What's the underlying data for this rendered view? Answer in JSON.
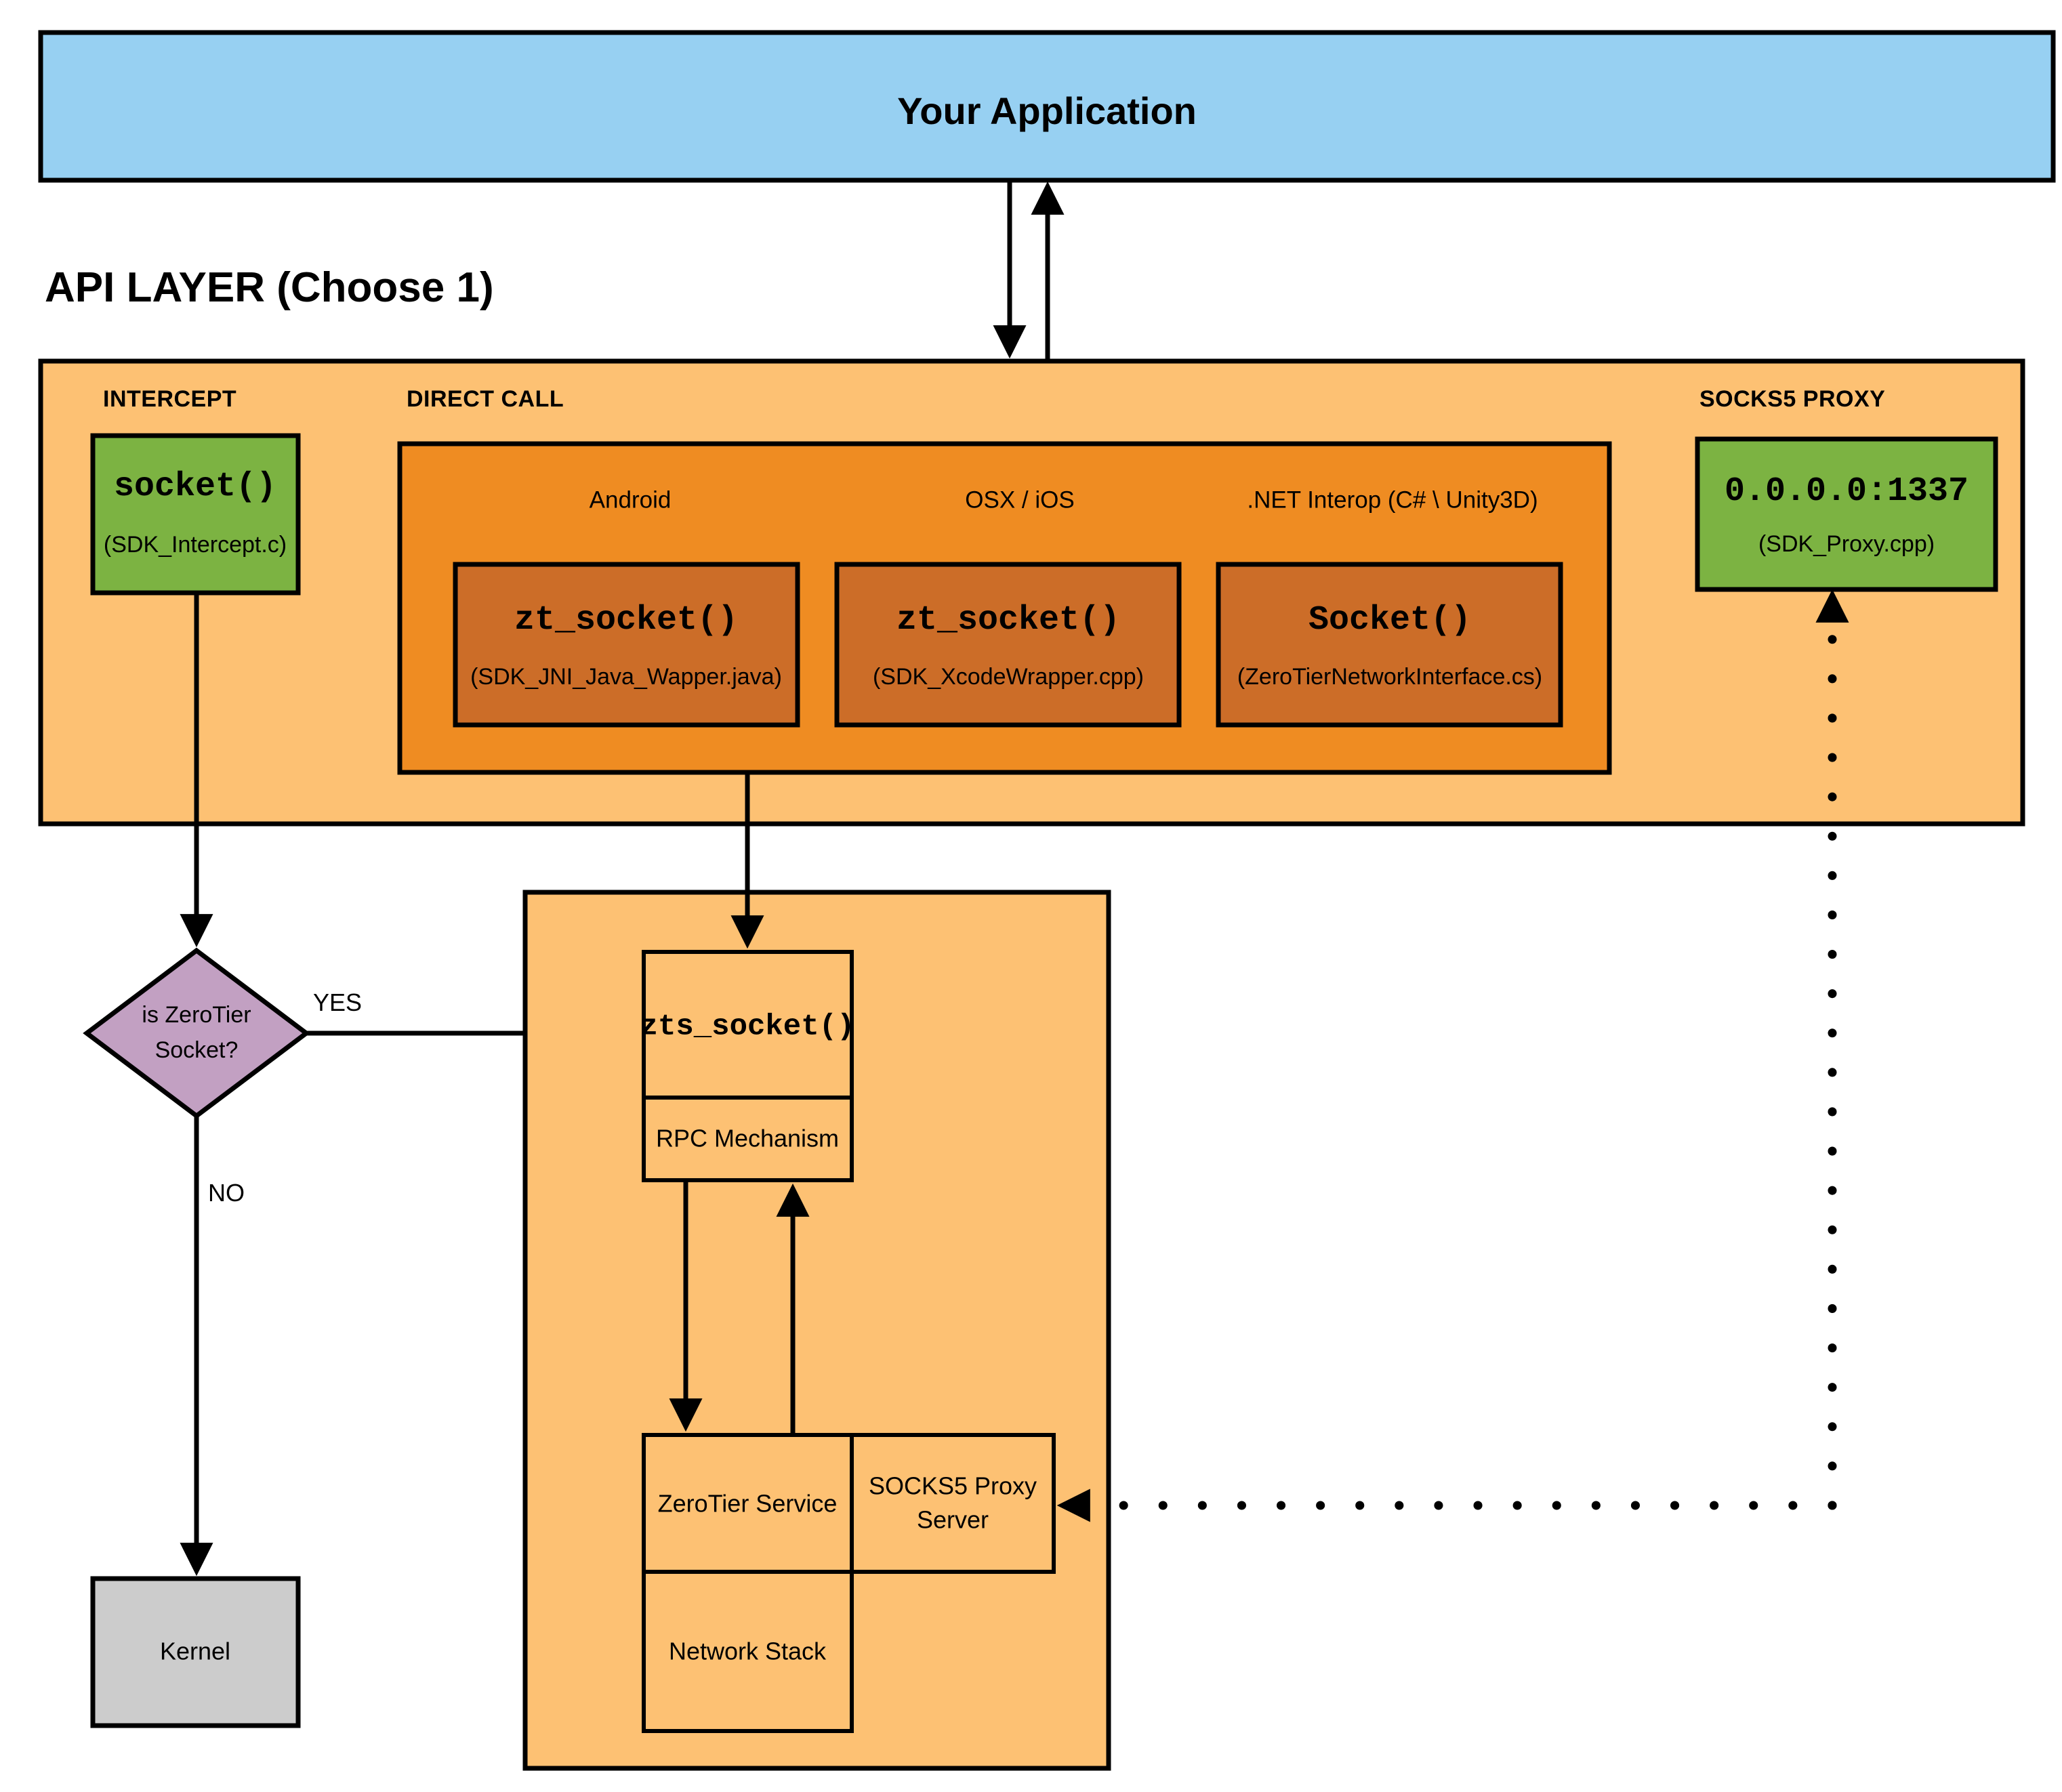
{
  "diagram": {
    "title": "ZeroTier SDK API Layer Architecture",
    "colors": {
      "app_blue": "#97d0f2",
      "panel_light_orange": "#fdc173",
      "group_mid_orange": "#ef8c22",
      "inner_dark_orange": "#cc6d28",
      "green": "#7cb342",
      "purple": "#c2a0c2",
      "gray": "#cccccc",
      "stroke": "#000000"
    },
    "app": {
      "label": "Your Application"
    },
    "section_heading": "API LAYER (Choose 1)",
    "api_layer": {
      "groups": [
        {
          "label": "INTERCEPT"
        },
        {
          "label": "DIRECT CALL"
        },
        {
          "label": "SOCKS5 PROXY"
        }
      ],
      "intercept": {
        "fn": "socket()",
        "file": "(SDK_Intercept.c)"
      },
      "direct_call": {
        "platforms": [
          {
            "platform": "Android",
            "fn": "zt_socket()",
            "file": "(SDK_JNI_Java_Wapper.java)"
          },
          {
            "platform": "OSX / iOS",
            "fn": "zt_socket()",
            "file": "(SDK_XcodeWrapper.cpp)"
          },
          {
            "platform": ".NET Interop (C# \\ Unity3D)",
            "fn": "Socket()",
            "file": "(ZeroTierNetworkInterface.cs)"
          }
        ]
      },
      "socks5_proxy": {
        "address": "0.0.0.0:1337",
        "file": "(SDK_Proxy.cpp)"
      }
    },
    "decision": {
      "question_line1": "is ZeroTier",
      "question_line2": "Socket?",
      "yes_label": "YES",
      "no_label": "NO"
    },
    "kernel": {
      "label": "Kernel"
    },
    "service_container": {
      "zts_socket": "zts_socket()",
      "rpc": "RPC Mechanism",
      "zerotier_service": "ZeroTier Service",
      "socks5_server_line1": "SOCKS5 Proxy",
      "socks5_server_line2": "Server",
      "network_stack": "Network Stack"
    }
  }
}
